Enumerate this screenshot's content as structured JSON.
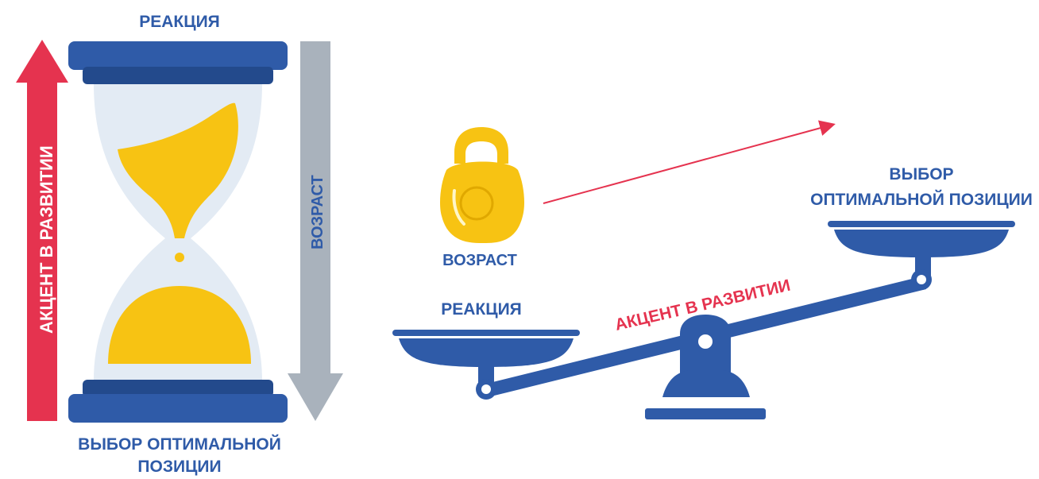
{
  "hourglass": {
    "top_label": "РЕАКЦИЯ",
    "bottom_label_line1": "ВЫБОР ОПТИМАЛЬНОЙ",
    "bottom_label_line2": "ПОЗИЦИИ",
    "left_arrow_label": "АКЦЕНТ В РАЗВИТИИ",
    "right_arrow_label": "ВОЗРАСТ"
  },
  "scale": {
    "weight_label": "ВОЗРАСТ",
    "left_pan_label": "РЕАКЦИЯ",
    "right_pan_label_line1": "ВЫБОР",
    "right_pan_label_line2": "ОПТИМАЛЬНОЙ ПОЗИЦИИ",
    "beam_label": "АКЦЕНТ В РАЗВИТИИ"
  },
  "colors": {
    "blue": "#2f5ba8",
    "dark_blue": "#234a8c",
    "red": "#e5334f",
    "grey": "#a9b2bc",
    "sand": "#f7c313",
    "glass": "#e3ebf4"
  }
}
